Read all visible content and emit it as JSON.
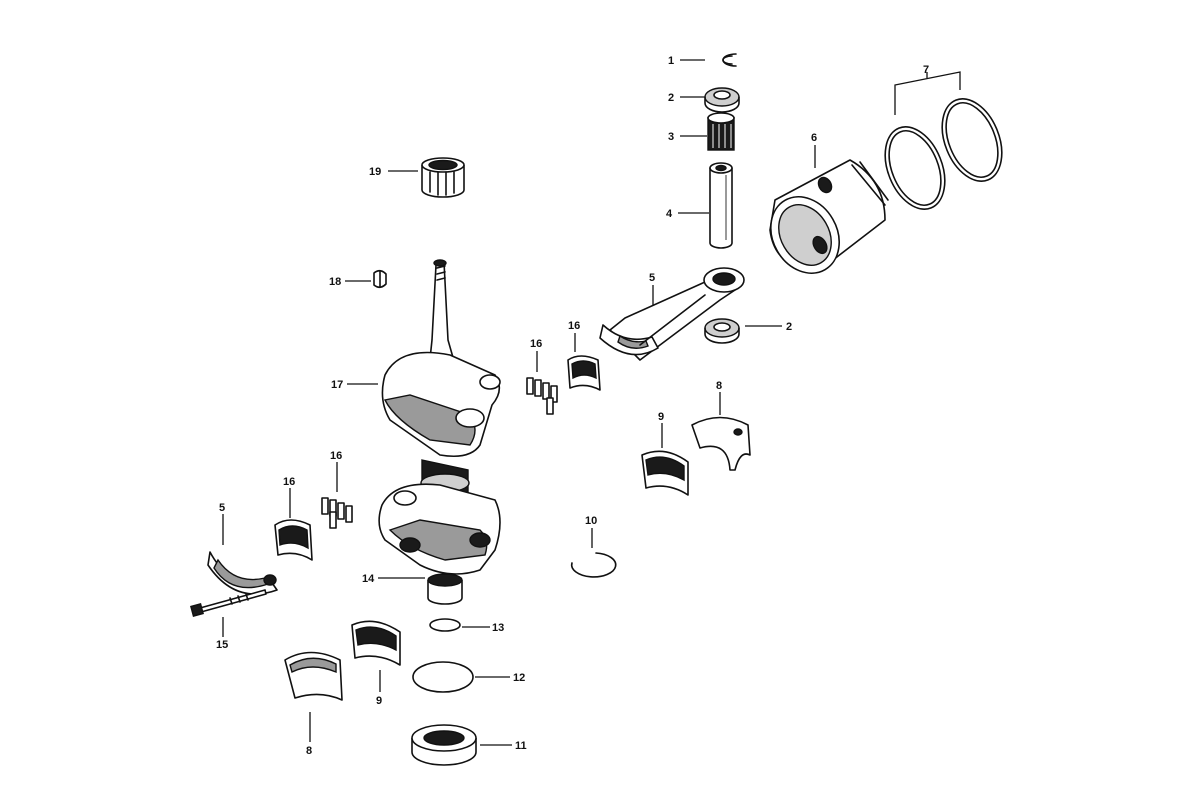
{
  "diagram": {
    "callouts": [
      {
        "id": "c1",
        "text": "1"
      },
      {
        "id": "c2a",
        "text": "2"
      },
      {
        "id": "c3",
        "text": "3"
      },
      {
        "id": "c4",
        "text": "4"
      },
      {
        "id": "c5a",
        "text": "5"
      },
      {
        "id": "c6",
        "text": "6"
      },
      {
        "id": "c7",
        "text": "7"
      },
      {
        "id": "c2b",
        "text": "2"
      },
      {
        "id": "c19",
        "text": "19"
      },
      {
        "id": "c18",
        "text": "18"
      },
      {
        "id": "c17",
        "text": "17"
      },
      {
        "id": "c16a",
        "text": "16"
      },
      {
        "id": "c16b",
        "text": "16"
      },
      {
        "id": "c8a",
        "text": "8"
      },
      {
        "id": "c9a",
        "text": "9"
      },
      {
        "id": "c16c",
        "text": "16"
      },
      {
        "id": "c16d",
        "text": "16"
      },
      {
        "id": "c5b",
        "text": "5"
      },
      {
        "id": "c10",
        "text": "10"
      },
      {
        "id": "c14",
        "text": "14"
      },
      {
        "id": "c15",
        "text": "15"
      },
      {
        "id": "c13",
        "text": "13"
      },
      {
        "id": "c12",
        "text": "12"
      },
      {
        "id": "c9b",
        "text": "9"
      },
      {
        "id": "c8b",
        "text": "8"
      },
      {
        "id": "c11",
        "text": "11"
      }
    ]
  }
}
